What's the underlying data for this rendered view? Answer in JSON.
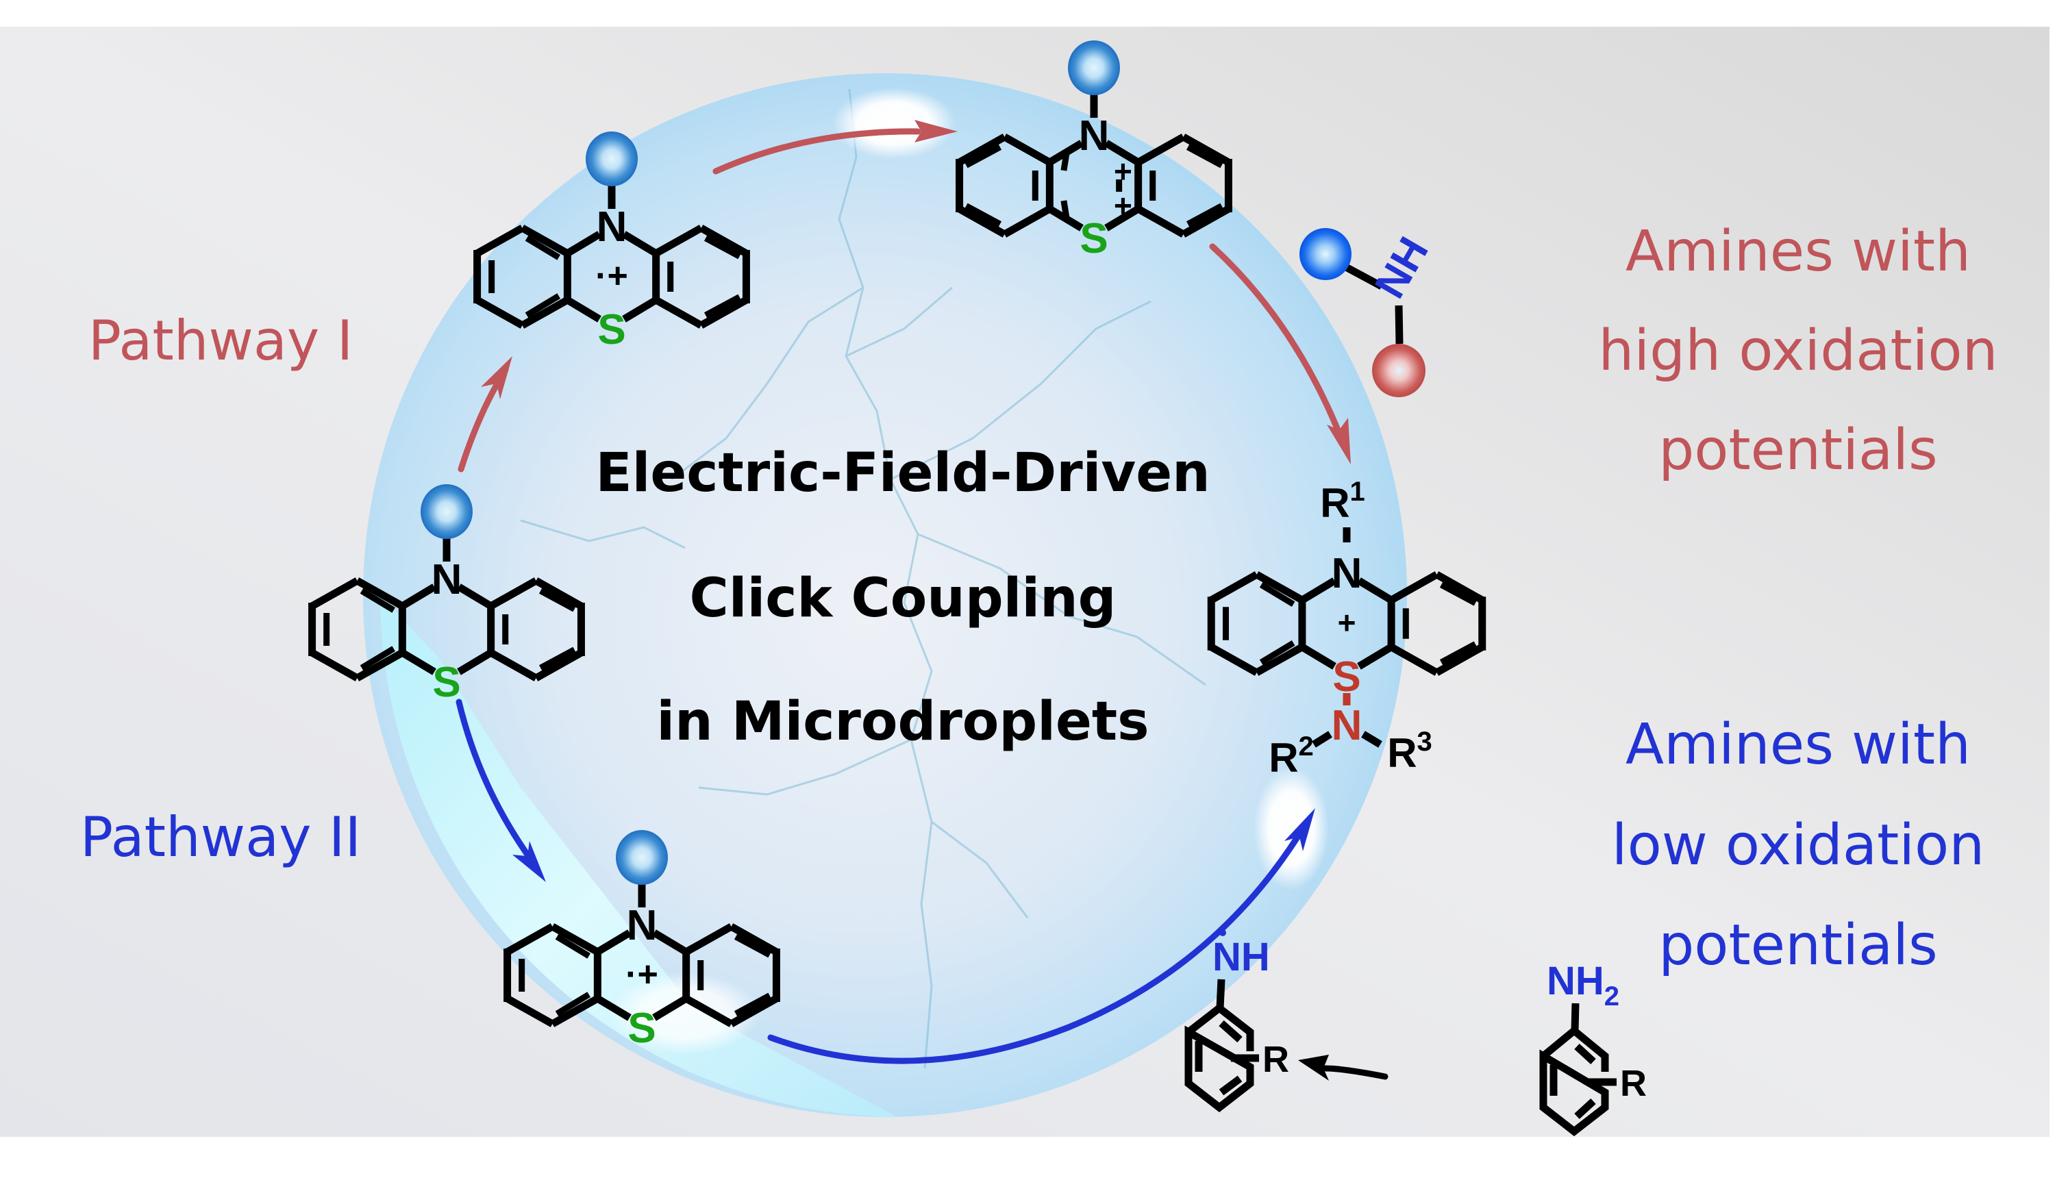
{
  "figure": {
    "title_lines": [
      "Electric-Field-Driven",
      "Click Coupling",
      "in Microdroplets"
    ],
    "pathway_1_label": "Pathway I",
    "pathway_2_label": "Pathway II",
    "high_potential_lines": [
      "Amines with",
      "high oxidation",
      "potentials"
    ],
    "low_potential_lines": [
      "Amines with",
      "low oxidation",
      "potentials"
    ]
  },
  "colors": {
    "pathway_1": "#c0555a",
    "pathway_2": "#2233d4",
    "sulfur": "#1aa31a",
    "product_sn": "#c0392b",
    "background": "#e6e7ea",
    "droplet": "#aed8f2",
    "text": "#000000"
  },
  "molecules": {
    "phenothiazine": {
      "n_label": "N",
      "s_label": "S"
    },
    "radical_cation_top": {
      "n_label": "N",
      "s_label": "S",
      "charge": "·+"
    },
    "dication": {
      "n_label": "N",
      "s_label": "S",
      "charge_n": "+",
      "charge_s": "+"
    },
    "radical_cation_bottom": {
      "n_label": "N",
      "s_label": "S",
      "charge": "·+"
    },
    "amine_fragment": {
      "nh_label": "NH"
    },
    "product": {
      "r1": "R",
      "r1_sup": "1",
      "n_label": "N",
      "s_label": "S",
      "s_charge": "+",
      "n2_label": "N",
      "r2": "R",
      "r2_sup": "2",
      "r3": "R",
      "r3_sup": "3"
    },
    "aniline_radical": {
      "nh_label": "NH",
      "r_label": "R"
    },
    "aniline": {
      "nh2_label": "NH",
      "nh2_sub": "2",
      "r_label": "R"
    }
  }
}
